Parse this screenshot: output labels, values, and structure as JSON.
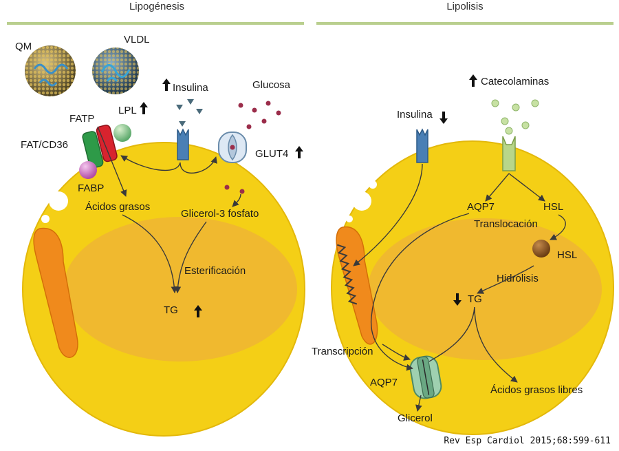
{
  "panels": {
    "left_title": "Lipogénesis",
    "right_title": "Lipolisis"
  },
  "lipogenesis": {
    "qm": "QM",
    "vldl": "VLDL",
    "insulina": "Insulina",
    "glucosa": "Glucosa",
    "fatp": "FATP",
    "lpl": "LPL",
    "fat_cd36": "FAT/CD36",
    "glut4": "GLUT4",
    "fabp": "FABP",
    "acidos_grasos": "Ácidos grasos",
    "glicerol_3_fosfato": "Glicerol-3 fosfato",
    "esterificacion": "Esterificación",
    "tg": "TG"
  },
  "lipolysis": {
    "catecolaminas": "Catecolaminas",
    "insulina": "Insulina",
    "aqp7_top": "AQP7",
    "hsl_top": "HSL",
    "translocacion": "Translocación",
    "hsl_droplet": "HSL",
    "hidrolisis": "Hidrolisis",
    "tg": "TG",
    "transcripcion": "Transcripción",
    "aqp7_bottom": "AQP7",
    "acidos_grasos_libres": "Ácidos grasos libres",
    "glicerol": "Glicerol"
  },
  "citation": "Rev Esp Cardiol 2015;68:599-611",
  "colors": {
    "cell": "#f4cf16",
    "nucleus": "#efb534",
    "divider": "#b9cf8e",
    "arrow": "#3a3a3a",
    "receptor": "#4a7fb5",
    "catecholamine": "#b8d68a",
    "glucose": "#9b2d4a",
    "hsl": "#8b5a2b",
    "mitochondria": "#f08a1c"
  }
}
